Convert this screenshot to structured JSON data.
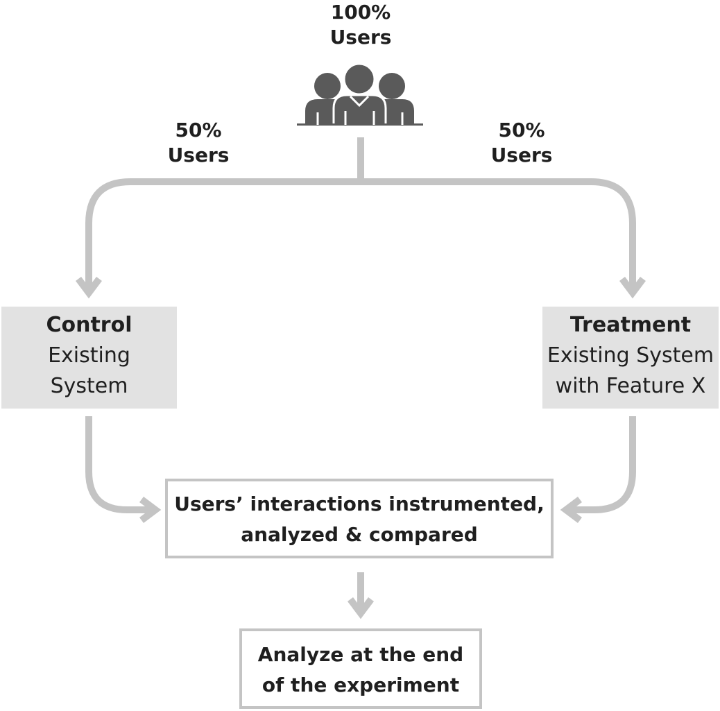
{
  "top": {
    "percent": "100%",
    "users": "Users",
    "icon": "users-group-icon"
  },
  "left_split": {
    "percent": "50%",
    "users": "Users"
  },
  "right_split": {
    "percent": "50%",
    "users": "Users"
  },
  "control": {
    "title": "Control",
    "line1": "Existing",
    "line2": "System"
  },
  "treatment": {
    "title": "Treatment",
    "line1": "Existing System",
    "line2": "with Feature X"
  },
  "analysis": {
    "line1": "Users’ interactions instrumented,",
    "line2": "analyzed & compared"
  },
  "final": {
    "line1": "Analyze at the end",
    "line2": "of the experiment"
  },
  "colors": {
    "connector": "#c4c4c4",
    "box_fill": "#e2e2e2",
    "icon": "#5a5a5a",
    "text": "#1f1f1f"
  }
}
